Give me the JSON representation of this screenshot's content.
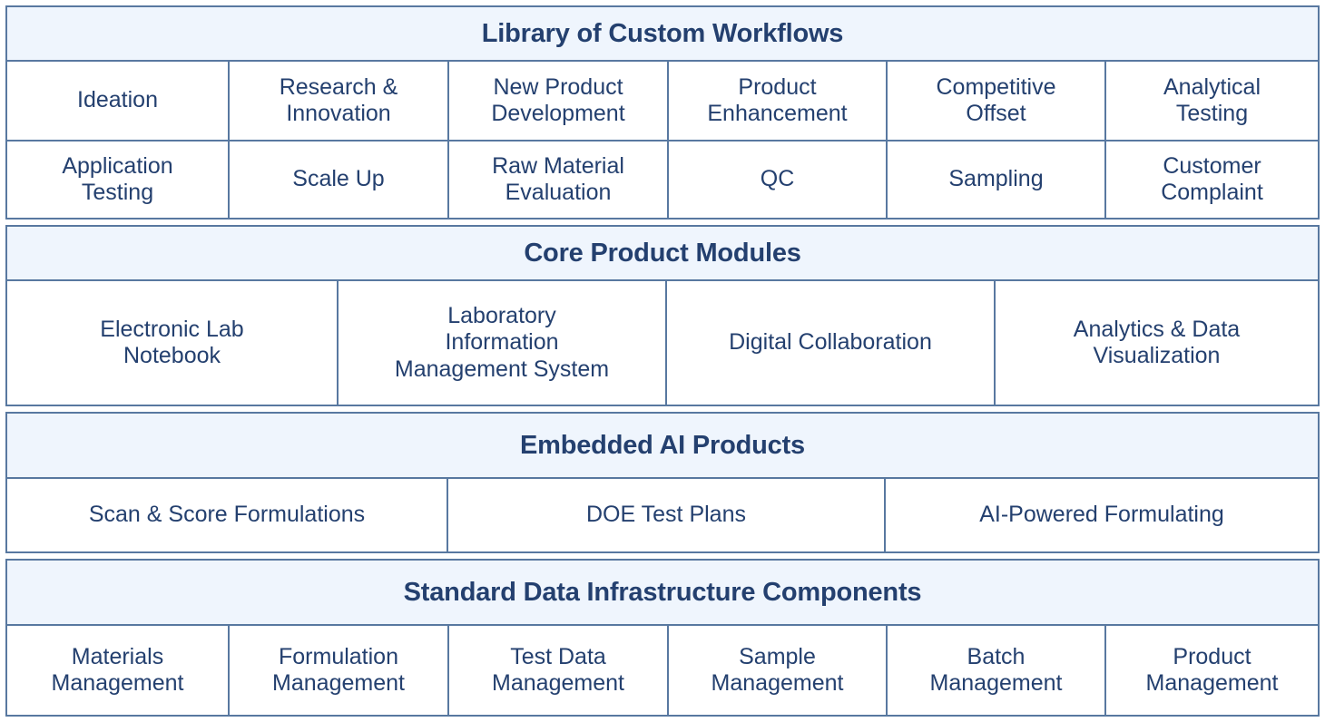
{
  "colors": {
    "band_background": "#eff5fd",
    "cell_background": "#ffffff",
    "border": "#5878a0",
    "text": "#24406f"
  },
  "sections": [
    {
      "id": "library-of-custom-workflows",
      "title": "Library of Custom Workflows",
      "rows": [
        {
          "cells": [
            "Ideation",
            "Research &\nInnovation",
            "New Product\nDevelopment",
            "Product\nEnhancement",
            "Competitive\nOffset",
            "Analytical\nTesting"
          ]
        },
        {
          "cells": [
            "Application\nTesting",
            "Scale Up",
            "Raw Material\nEvaluation",
            "QC",
            "Sampling",
            "Customer\nComplaint"
          ]
        }
      ]
    },
    {
      "id": "core-product-modules",
      "title": "Core Product Modules",
      "rows": [
        {
          "cells": [
            "Electronic Lab\nNotebook",
            "Laboratory\nInformation\nManagement System",
            "Digital Collaboration",
            "Analytics & Data\nVisualization"
          ]
        }
      ]
    },
    {
      "id": "embedded-ai-products",
      "title": "Embedded AI Products",
      "rows": [
        {
          "cells": [
            "Scan & Score Formulations",
            "DOE Test Plans",
            "AI-Powered Formulating"
          ]
        }
      ]
    },
    {
      "id": "standard-data-infrastructure-components",
      "title": "Standard Data Infrastructure Components",
      "rows": [
        {
          "cells": [
            "Materials\nManagement",
            "Formulation\nManagement",
            "Test Data\nManagement",
            "Sample\nManagement",
            "Batch\nManagement",
            "Product\nManagement"
          ]
        }
      ]
    }
  ]
}
